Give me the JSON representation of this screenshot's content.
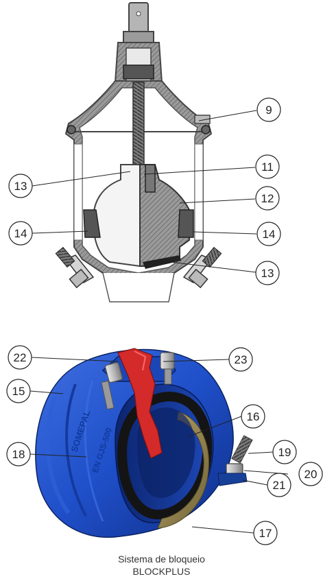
{
  "callouts": {
    "c9": "9",
    "c11": "11",
    "c12": "12",
    "c13_left": "13",
    "c13_right": "13",
    "c14_left": "14",
    "c14_right": "14",
    "c15": "15",
    "c16": "16",
    "c17": "17",
    "c18": "18",
    "c19": "19",
    "c20": "20",
    "c21": "21",
    "c22": "22",
    "c23": "23"
  },
  "coupling_markings": {
    "brand": "SOMEPAL",
    "standard": "EN GJS-500"
  },
  "caption": {
    "line1": "Sistema de bloqueio",
    "line2": "BLOCKPLUS"
  },
  "colors": {
    "coupling_blue": "#1f4fc9",
    "coupling_dark": "#0f2e86",
    "lever_red": "#d42a2a",
    "body_gray": "#8a8a8a",
    "gasket_brown": "#8a7a45"
  }
}
